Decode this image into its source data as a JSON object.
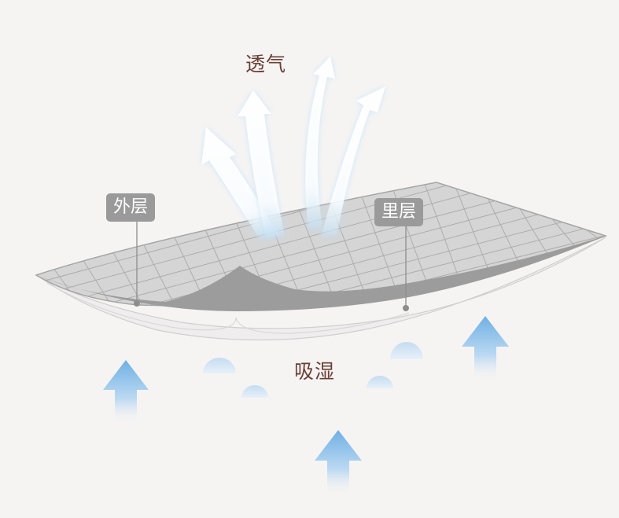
{
  "labels": {
    "breathable": "透气",
    "absorb": "吸湿",
    "outer_layer": "外层",
    "inner_layer": "里层"
  },
  "colors": {
    "background": "#f6f4f3",
    "mesh_fill": "#d5d5d5",
    "mesh_grid": "#aaaaaa",
    "inner_layer": "#9c9c9c",
    "base_layer": "#efeded",
    "tag_fill": "#9a9a9a",
    "caption_text": "#6a3f36",
    "air_arrow": "#d4e6f8",
    "moisture_arrow": "#7cb6e6",
    "moisture_drop": "#cfe1f2"
  },
  "icons": {
    "air_flow": "white-curved-up-arrow-icon",
    "moisture_flow": "blue-up-arrow-icon",
    "droplet": "moisture-drop-icon"
  }
}
